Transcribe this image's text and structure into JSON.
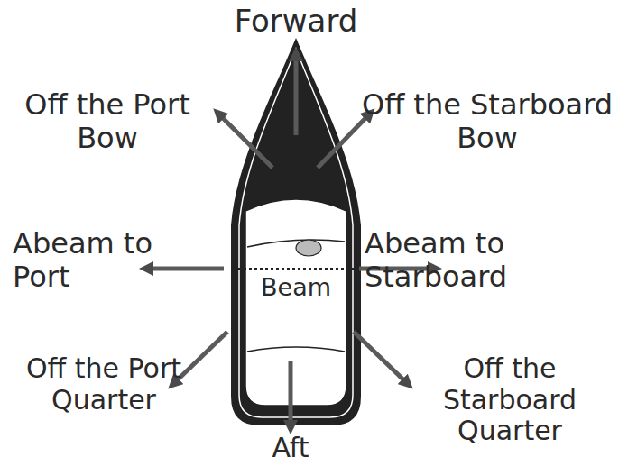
{
  "diagram": {
    "labels": [
      "Forward",
      "Off the Port Bow",
      "Off the Starboard Bow",
      "Abeam to Port",
      "Abeam to Starboard",
      "Beam",
      "Off the Port Quarter",
      "Aft",
      "Off the Starboard Quarter"
    ]
  }
}
